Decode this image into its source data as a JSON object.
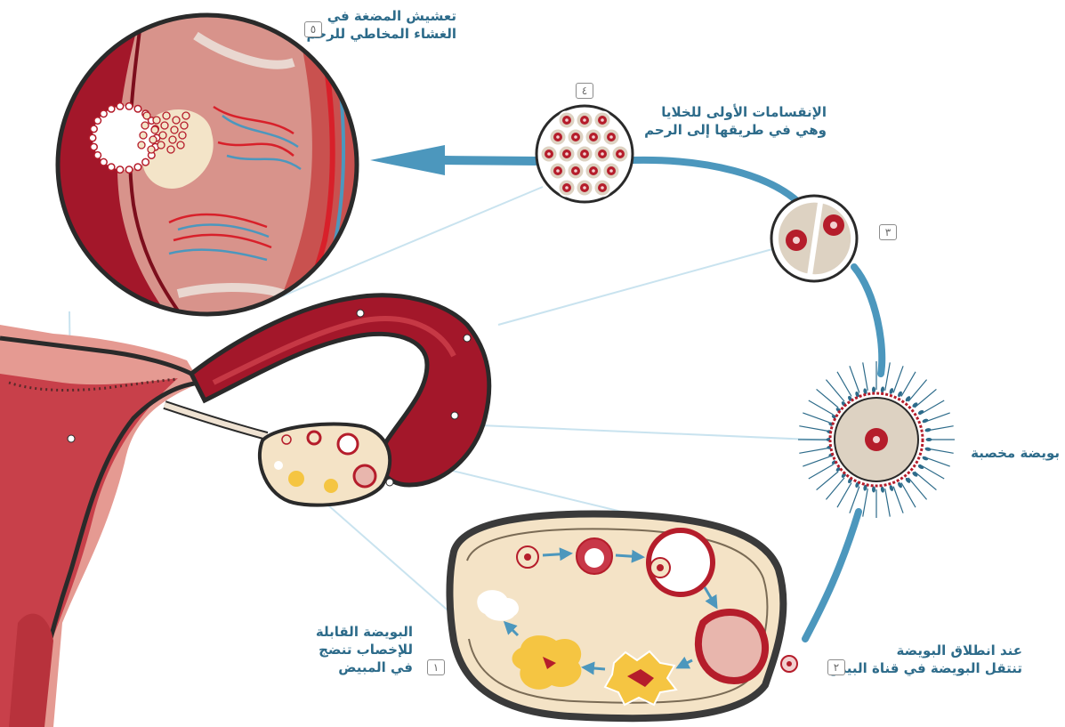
{
  "steps": [
    {
      "number": "١",
      "lines": [
        "البويضة القابلة",
        "للإخصاب تنضج",
        "في المبيض"
      ]
    },
    {
      "number": "٢",
      "lines": [
        "عند انطلاق البويضة",
        "تنتقل البويضة في قناة البيض"
      ]
    },
    {
      "number": "٣",
      "lines": []
    },
    {
      "number": "٤",
      "lines": [
        "الإنقسامات الأولى للخلايا",
        "وهي في طريقها إلى الرحم"
      ]
    },
    {
      "number": "٥",
      "lines": [
        "تعشيش المضغة في",
        "الغشاء المخاطي للرحم"
      ]
    }
  ],
  "fertilized_label": "بويضة مخصبة",
  "colors": {
    "label_text": "#2d6b8a",
    "path_blue": "#4c97bd",
    "tissue_red": "#b51d2b",
    "ovary_fill": "#f4e3c6",
    "cell_fill": "#ddd2c2"
  }
}
